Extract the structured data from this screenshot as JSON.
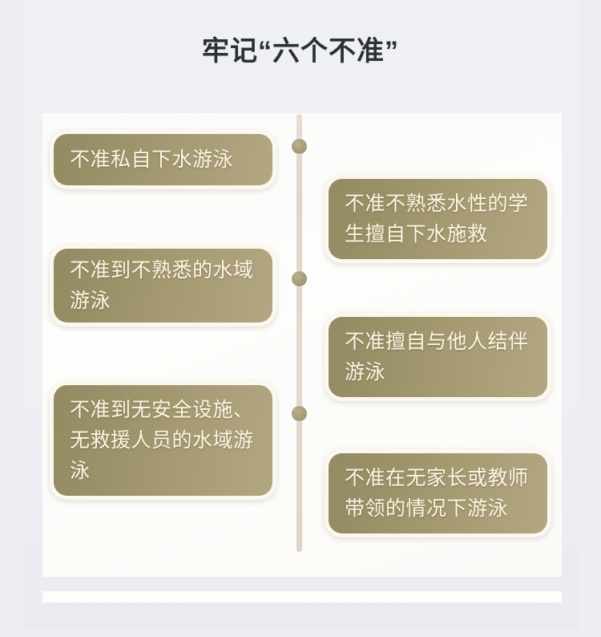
{
  "page": {
    "title": "牢记“六个不准”",
    "accent_color": "#9c9269",
    "card_border_color": "#fbf8ef",
    "card_text_color": "#fdf6e4",
    "title_color": "#2c2f36",
    "background_color": "#eceef2",
    "panel_color": "#fbfbf9",
    "timeline_line_color": "#e0d7ca",
    "timeline_dot_color": "#a59b76"
  },
  "timeline": {
    "dots": [
      "dot-1",
      "dot-2",
      "dot-3"
    ]
  },
  "rules": {
    "left": [
      {
        "id": 1,
        "text": "不准私自下水游泳"
      },
      {
        "id": 2,
        "text": "不准到不熟悉的水域游泳"
      },
      {
        "id": 3,
        "text": "不准到无安全设施、无救援人员的水域游泳"
      }
    ],
    "right": [
      {
        "id": 4,
        "text": "不准不熟悉水性的学生擅自下水施救"
      },
      {
        "id": 5,
        "text": "不准擅自与他人结伴游泳"
      },
      {
        "id": 6,
        "text": "不准在无家长或教师带领的情况下游泳"
      }
    ]
  }
}
